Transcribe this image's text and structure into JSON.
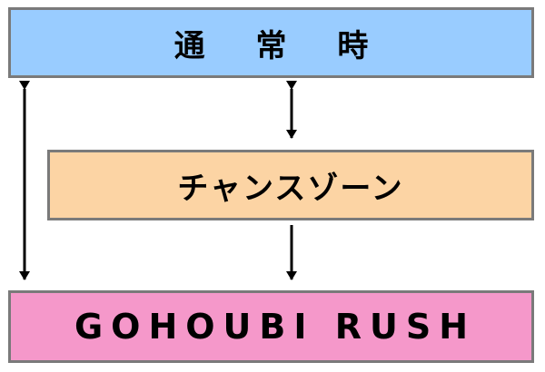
{
  "boxes": {
    "normal": {
      "label": "通 常 時",
      "color": "#99ccff"
    },
    "chance": {
      "label": "チャンスゾーン",
      "color": "#fcd4a4"
    },
    "rush": {
      "label": "GOHOUBI RUSH",
      "color": "#f598ca"
    }
  },
  "arrow_color": "#000000"
}
